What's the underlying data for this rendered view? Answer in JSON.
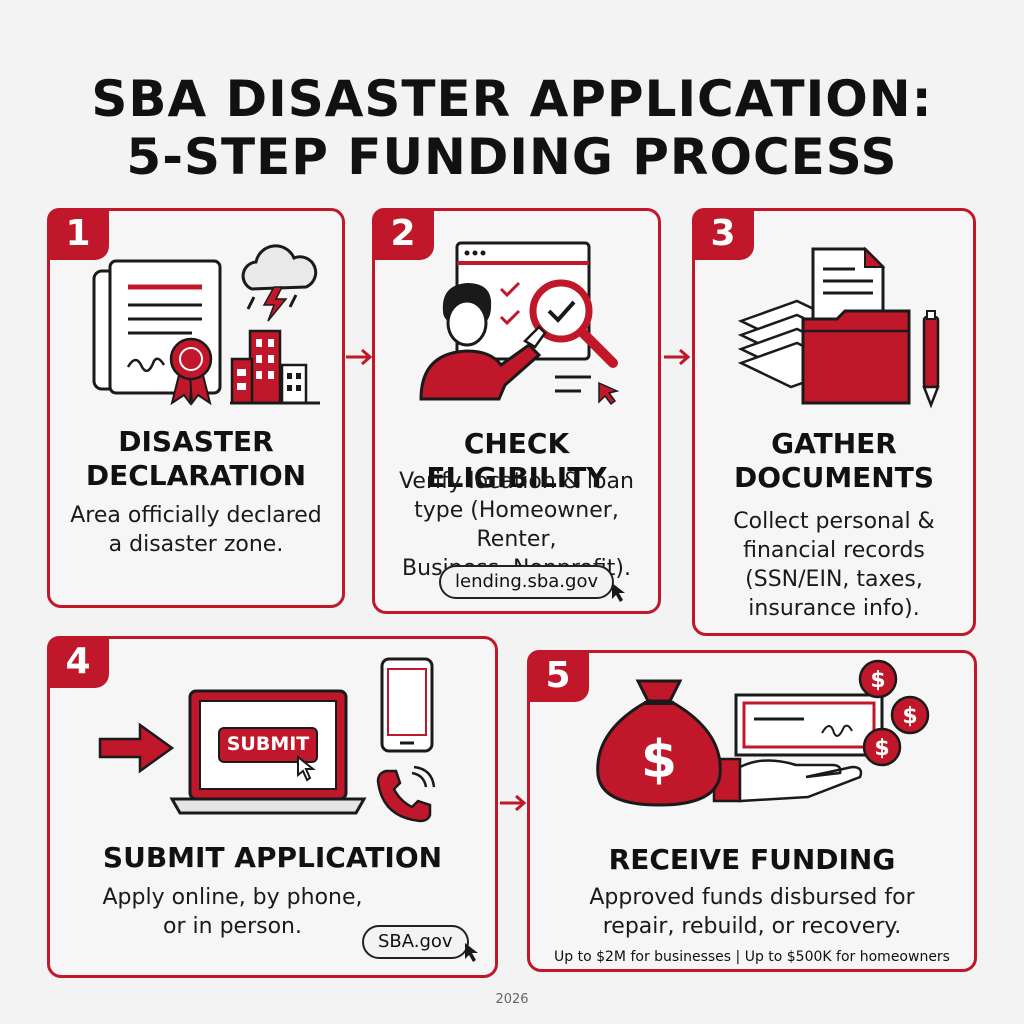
{
  "title": {
    "line1": "SBA DISASTER APPLICATION:",
    "line2": "5-STEP FUNDING PROCESS"
  },
  "colors": {
    "accent": "#c0182a",
    "ink": "#1a1a1a",
    "background": "#f3f3f3"
  },
  "steps": [
    {
      "number": "1",
      "heading_line1": "DISASTER",
      "heading_line2": "DECLARATION",
      "description_line1": "Area officially declared",
      "description_line2": "a disaster zone.",
      "icons": [
        "document-icon",
        "ribbon-seal-icon",
        "storm-cloud-icon",
        "buildings-icon"
      ]
    },
    {
      "number": "2",
      "heading": "CHECK ELIGIBILITY",
      "description_line1": "Verify location & loan",
      "description_line2": "type (Homeowner, Renter,",
      "description_line3": "Business, Nonprofit).",
      "link": "lending.sba.gov",
      "icons": [
        "browser-window-icon",
        "person-icon",
        "magnifier-icon",
        "checklist-icon",
        "cursor-icon"
      ]
    },
    {
      "number": "3",
      "heading_line1": "GATHER",
      "heading_line2": "DOCUMENTS",
      "description_line1": "Collect personal &",
      "description_line2": "financial records",
      "description_line3": "(SSN/EIN, taxes,",
      "description_line4": "insurance info).",
      "icons": [
        "paper-stack-icon",
        "folder-icon",
        "pen-icon"
      ]
    },
    {
      "number": "4",
      "heading": "SUBMIT APPLICATION",
      "description_line1": "Apply online, by phone,",
      "description_line2": "or in person.",
      "button_label": "SUBMIT",
      "link": "SBA.gov",
      "icons": [
        "arrow-right-icon",
        "laptop-icon",
        "smartphone-icon",
        "phone-call-icon",
        "cursor-icon"
      ]
    },
    {
      "number": "5",
      "heading": "RECEIVE FUNDING",
      "description_line1": "Approved funds disbursed for",
      "description_line2": "repair, rebuild, or recovery.",
      "note": "Up to $2M for businesses | Up to $500K for homeowners",
      "icons": [
        "money-bag-icon",
        "check-icon",
        "hand-icon",
        "coin-icon"
      ]
    }
  ],
  "footer": "2026"
}
